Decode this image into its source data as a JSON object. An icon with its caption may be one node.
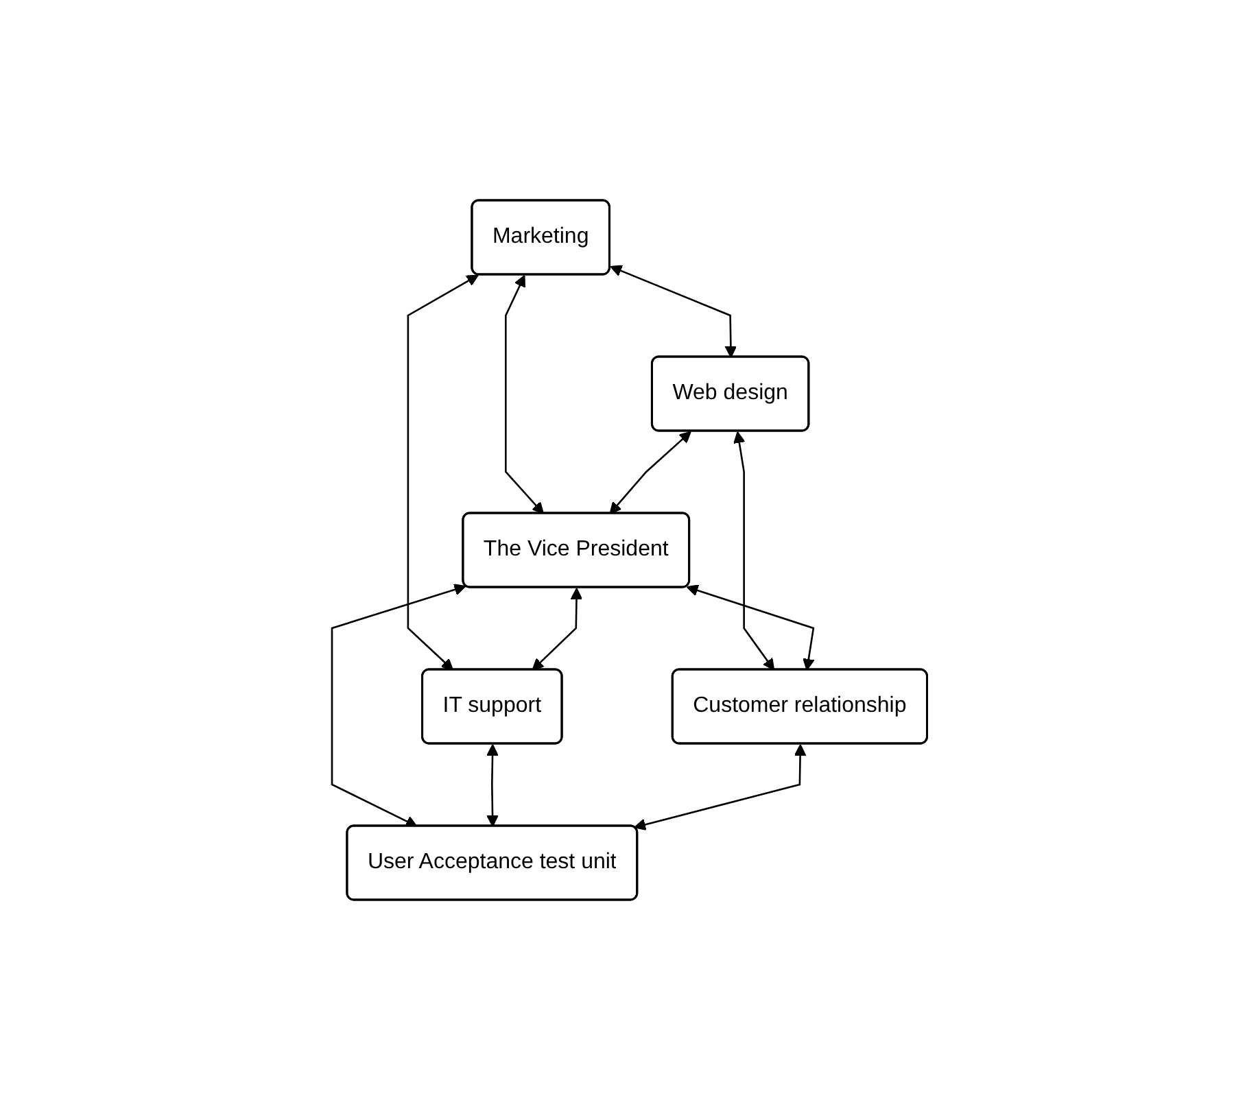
{
  "diagram": {
    "nodes": [
      {
        "text": [
          "Marketing"
        ]
      },
      {
        "text": [
          "Web design"
        ]
      },
      {
        "text": [
          "The Vice President"
        ]
      },
      {
        "text": [
          "IT support"
        ]
      },
      {
        "text": [
          "Customer relationship"
        ]
      },
      {
        "text": [
          "User Acceptance test unit"
        ]
      }
    ],
    "edges": [
      {
        "from": 0,
        "to": 1,
        "arrow": "both"
      },
      {
        "from": 0,
        "to": 2,
        "arrow": "both"
      },
      {
        "from": 0,
        "to": 3,
        "arrow": "both"
      },
      {
        "from": 1,
        "to": 2,
        "arrow": "both"
      },
      {
        "from": 2,
        "to": 3,
        "arrow": "both"
      },
      {
        "from": 1,
        "to": 4,
        "arrow": "both"
      },
      {
        "from": 2,
        "to": 4,
        "arrow": "both"
      },
      {
        "from": 2,
        "to": 5,
        "arrow": "both"
      },
      {
        "from": 3,
        "to": 5,
        "arrow": "both"
      },
      {
        "from": 4,
        "to": 5,
        "arrow": "both"
      }
    ]
  }
}
